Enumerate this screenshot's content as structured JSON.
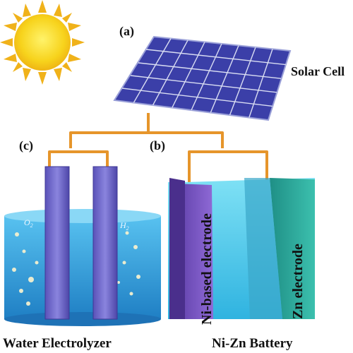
{
  "labels": {
    "panel_a": "(a)",
    "panel_b": "(b)",
    "panel_c": "(c)",
    "solar_cell": "Solar Cell",
    "water_electrolyzer": "Water Electrolyzer",
    "battery": "Ni-Zn Battery",
    "ni_electrode": "Ni-based electrode",
    "zn_electrode": "Zn electrode",
    "o2": "O",
    "o2_sub": "2",
    "h2": "H",
    "h2_sub": "2"
  },
  "colors": {
    "sun": "#f7d31c",
    "sun_rays": "#f0b21a",
    "panel": "#3b3fa8",
    "panel_grid": "#d9ddf2",
    "wire": "#e6952b",
    "water": "#3aa7e4",
    "electrode": "#6b63c9",
    "ni_electrode": "#7b56c6",
    "zn_electrode": "#2ea89c",
    "electrolyte": "#59d3ec"
  },
  "icons": [
    "sun-icon",
    "solar-panel",
    "water-tank",
    "battery-cell"
  ]
}
